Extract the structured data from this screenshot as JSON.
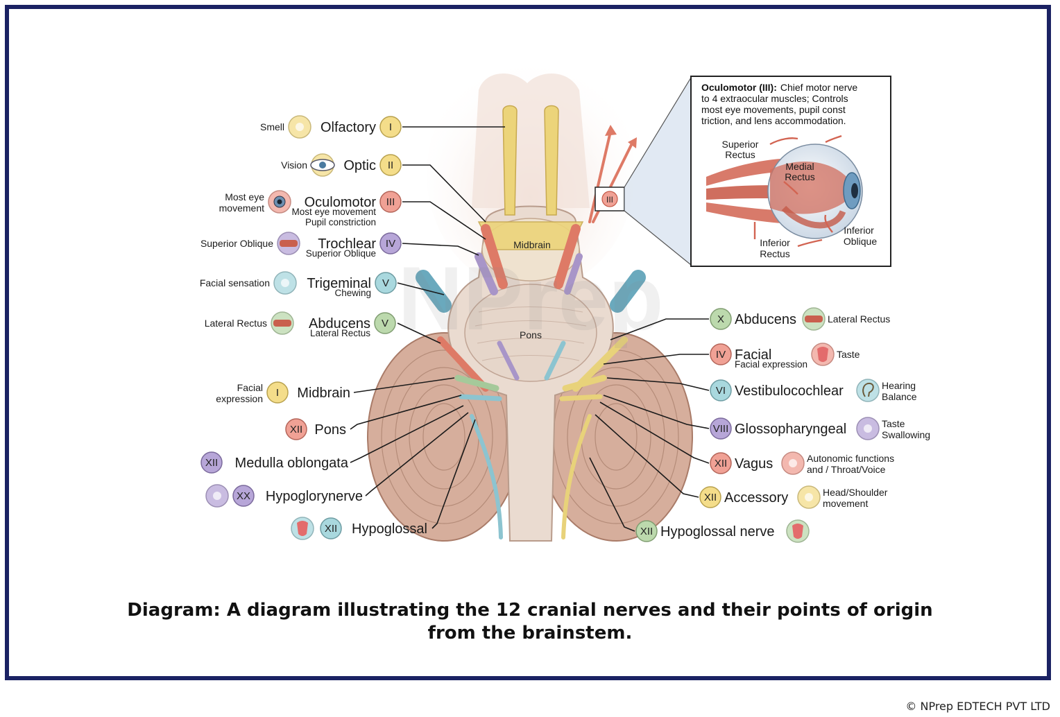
{
  "caption": "Diagram: A diagram illustrating the 12 cranial nerves and their points of origin from the brainstem.",
  "copyright": "© NPrep EDTECH PVT LTD",
  "watermark": "NPrep",
  "center_labels": {
    "midbrain": "Midbrain",
    "pons": "Pons",
    "marker": "III"
  },
  "colors": {
    "border": "#1b2263",
    "yellow": "#e8d27a",
    "red": "#de7a66",
    "purple": "#a895c8",
    "teal": "#8cc4d0",
    "green": "#a5c99a",
    "brain": "#e8d2c6",
    "cerebellum": "#d3a896"
  },
  "left_labels": [
    {
      "numeral": "I",
      "name": "Olfactory",
      "sub1": "",
      "sub2": "",
      "side1": "Smell",
      "side2": "",
      "color": "#f4dd8a",
      "icon": "nose-icon"
    },
    {
      "numeral": "II",
      "name": "Optic",
      "sub1": "",
      "sub2": "",
      "side1": "Vision",
      "side2": "",
      "color": "#f4dd8a",
      "icon": "eye-icon"
    },
    {
      "numeral": "III",
      "name": "Oculomotor",
      "sub1": "Most eye movement",
      "sub2": "Pupil constriction",
      "side1": "Most eye",
      "side2": "movement",
      "color": "#f0a195",
      "icon": "eyeball-icon"
    },
    {
      "numeral": "IV",
      "name": "Trochlear",
      "sub1": "Superior Oblique",
      "sub2": "",
      "side1": "Superior Oblique",
      "side2": "",
      "color": "#b7a6d8",
      "icon": "muscle-icon"
    },
    {
      "numeral": "V",
      "name": "Trigeminal",
      "sub1": "Chewing",
      "sub2": "",
      "side1": "Facial sensation",
      "side2": "",
      "color": "#a9d8de",
      "icon": "face-icon"
    },
    {
      "numeral": "V",
      "name": "Abducens",
      "sub1": "Lateral Rectus",
      "sub2": "",
      "side1": "Lateral Rectus",
      "side2": "",
      "color": "#bcd9ad",
      "icon": "muscle-strip-icon"
    },
    {
      "numeral": "I",
      "name": "Midbrain",
      "sub1": "",
      "sub2": "",
      "side1": "Facial",
      "side2": "expression",
      "color": "#f4dd8a",
      "icon": ""
    },
    {
      "numeral": "XII",
      "name": "Pons",
      "sub1": "",
      "sub2": "",
      "side1": "",
      "side2": "",
      "color": "#f0a195",
      "icon": ""
    },
    {
      "numeral": "XII",
      "name": "Medulla oblongata",
      "sub1": "",
      "sub2": "",
      "side1": "",
      "side2": "",
      "color": "#b7a6d8",
      "icon": ""
    },
    {
      "numeral": "XX",
      "name": "Hypoglorynerve",
      "sub1": "",
      "sub2": "",
      "side1": "",
      "side2": "",
      "color": "#b7a6d8",
      "icon": "head-icon"
    },
    {
      "numeral": "XII",
      "name": "Hypoglossal",
      "sub1": "",
      "sub2": "",
      "side1": "",
      "side2": "",
      "color": "#a9d8de",
      "icon": "tongue-icon"
    }
  ],
  "right_labels": [
    {
      "numeral": "X",
      "name": "Abducens",
      "sub1": "",
      "side1": "Lateral Rectus",
      "side2": "",
      "color": "#bcd9ad",
      "icon": "muscle-strip-icon"
    },
    {
      "numeral": "IV",
      "name": "Facial",
      "sub1": "Facial expression",
      "side1": "Taste",
      "side2": "",
      "color": "#f0a195",
      "icon": "tongue-icon"
    },
    {
      "numeral": "VI",
      "name": "Vestibulocochlear",
      "sub1": "",
      "side1": "Hearing",
      "side2": "Balance",
      "color": "#a9d8de",
      "icon": "ear-icon"
    },
    {
      "numeral": "VIII",
      "name": "Glossopharyngeal",
      "sub1": "",
      "side1": "Taste",
      "side2": "Swallowing",
      "color": "#b7a6d8",
      "icon": "stomach-icon"
    },
    {
      "numeral": "XII",
      "name": "Vagus",
      "sub1": "",
      "side1": "Autonomic functions",
      "side2": "and / Throat/Voice",
      "color": "#f0a195",
      "icon": "vagus-icon"
    },
    {
      "numeral": "XII",
      "name": "Accessory",
      "sub1": "",
      "side1": "Head/Shoulder",
      "side2": "movement",
      "color": "#f4dd8a",
      "icon": "head-turn-icon"
    },
    {
      "numeral": "XII",
      "name": "Hypoglossal nerve",
      "sub1": "",
      "side1": "",
      "side2": "",
      "color": "#bcd9ad",
      "icon": "tongue-icon"
    }
  ],
  "inset": {
    "title_bold": "Oculomotor (III):",
    "line1": "Chief motor nerve",
    "line2": "to 4 extraocular muscles; Controls",
    "line3": "most eye movements, pupil const",
    "line4": "triction, and lens accommodation.",
    "muscles": [
      {
        "l1": "Superior",
        "l2": "Rectus"
      },
      {
        "l1": "Medial",
        "l2": "Rectus"
      },
      {
        "l1": "Inferior",
        "l2": "Oblique"
      },
      {
        "l1": "Inferior",
        "l2": "Rectus"
      }
    ]
  }
}
